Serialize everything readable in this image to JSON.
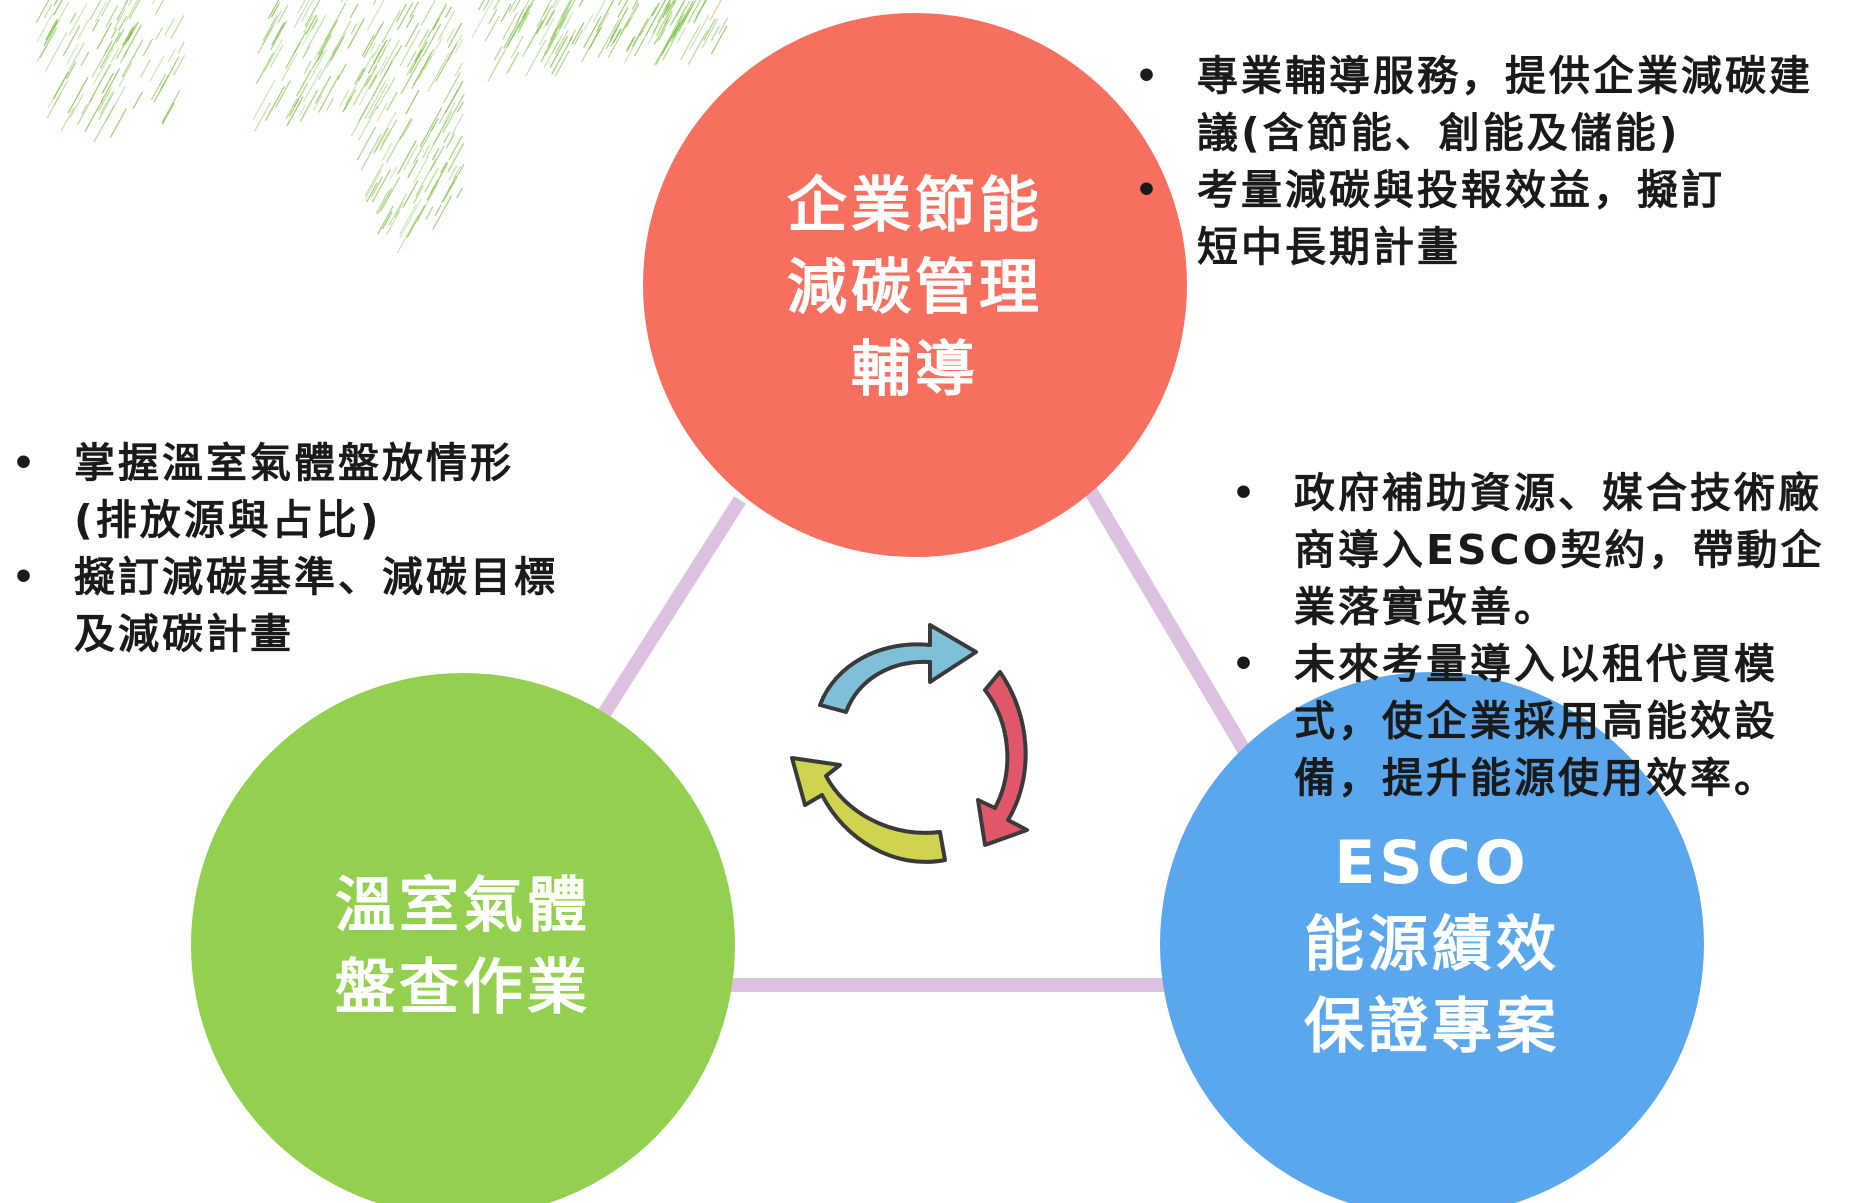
{
  "diagram": {
    "nodes": {
      "top": {
        "lines": [
          "企業節能",
          "減碳管理",
          "輔導"
        ],
        "color": "#f76f5f"
      },
      "left": {
        "lines": [
          "溫室氣體",
          "盤查作業"
        ],
        "color": "#93d04f"
      },
      "right": {
        "lines": [
          "ESCO",
          "能源績效",
          "保證專案"
        ],
        "color": "#5aa7ee"
      }
    },
    "connector_color": "#dcc2e0",
    "cycle_icon": {
      "name": "cycle-arrows-icon",
      "colors": [
        "#7fc0d8",
        "#e0576a",
        "#cfd450"
      ]
    }
  },
  "notes": {
    "top_right": [
      "專業輔導服務，提供企業減碳建議(含節能、創能及儲能)",
      "考量減碳與投報效益，擬訂短中長期計畫"
    ],
    "left": [
      "掌握溫室氣體盤放情形(排放源與占比)",
      "擬訂減碳基準、減碳目標及減碳計畫"
    ],
    "right": [
      "政府補助資源、媒合技術廠商導入ESCO契約，帶動企業落實改善。",
      "未來考量導入以租代買模式，使企業採用高能效設備，提升能源使用效率。"
    ]
  },
  "decoration": {
    "name": "green-leaf-texture",
    "color": "#7fc24a"
  }
}
